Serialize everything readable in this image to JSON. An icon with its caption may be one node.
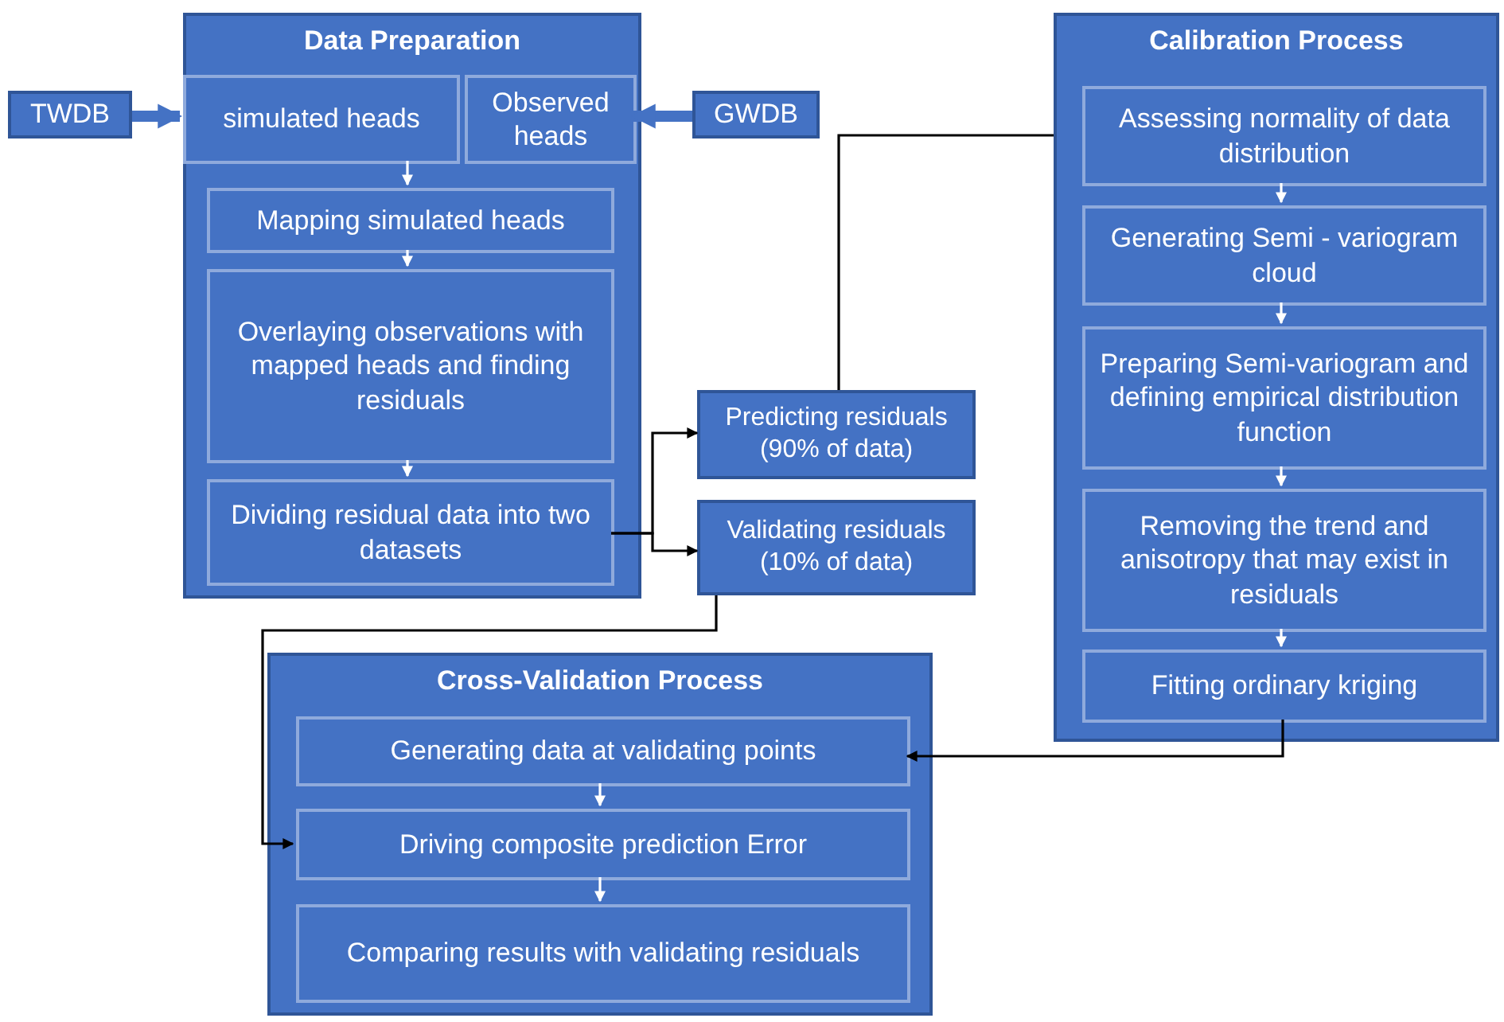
{
  "diagram": {
    "nodes": [
      {
        "text": [
          "Data Preparation"
        ]
      },
      {
        "text": [
          "simulated heads"
        ],
        "in": 0
      },
      {
        "text": [
          "Observed heads"
        ],
        "in": 0
      },
      {
        "text": [
          "Mapping simulated heads"
        ],
        "in": 0
      },
      {
        "text": [
          "Overlaying observations with mapped heads and finding residuals"
        ],
        "in": 0
      },
      {
        "text": [
          "Dividing residual data into two datasets"
        ],
        "in": 0
      },
      {
        "text": [
          "TWDB"
        ]
      },
      {
        "text": [
          "GWDB"
        ]
      },
      {
        "text": [
          "Predicting residuals (90% of data)"
        ]
      },
      {
        "text": [
          "Validating residuals (10% of data)"
        ]
      },
      {
        "text": [
          "Calibration Process"
        ]
      },
      {
        "text": [
          "Assessing normality of data distribution"
        ],
        "in": 10
      },
      {
        "text": [
          "Generating Semi - variogram cloud"
        ],
        "in": 10
      },
      {
        "text": [
          "Preparing Semi-variogram and defining empirical distribution function"
        ],
        "in": 10
      },
      {
        "text": [
          "Removing the trend and anisotropy that may exist in residuals"
        ],
        "in": 10
      },
      {
        "text": [
          "Fitting ordinary kriging"
        ],
        "in": 10
      },
      {
        "text": [
          "Cross-Validation Process"
        ]
      },
      {
        "text": [
          "Generating data at validating points"
        ],
        "in": 16
      },
      {
        "text": [
          "Driving composite prediction Error"
        ],
        "in": 16
      },
      {
        "text": [
          "Comparing results with validating residuals"
        ],
        "in": 16
      }
    ],
    "edges": [
      {
        "from": 6,
        "to": 1,
        "arrow": "to",
        "style": "thick",
        "color": "#4472c4"
      },
      {
        "from": 7,
        "to": 2,
        "arrow": "to",
        "style": "thick",
        "color": "#4472c4"
      },
      {
        "from": 1,
        "to": 3,
        "arrow": "to"
      },
      {
        "from": 3,
        "to": 4,
        "arrow": "to"
      },
      {
        "from": 4,
        "to": 5,
        "arrow": "to"
      },
      {
        "from": 5,
        "to": 8,
        "arrow": "to",
        "color": "#000000"
      },
      {
        "from": 5,
        "to": 9,
        "arrow": "to",
        "color": "#000000"
      },
      {
        "from": 8,
        "to": 10,
        "arrow": "none",
        "color": "#000000"
      },
      {
        "from": 11,
        "to": 12,
        "arrow": "to"
      },
      {
        "from": 12,
        "to": 13,
        "arrow": "to"
      },
      {
        "from": 13,
        "to": 14,
        "arrow": "to"
      },
      {
        "from": 14,
        "to": 15,
        "arrow": "to"
      },
      {
        "from": 15,
        "to": 17,
        "arrow": "to",
        "color": "#000000"
      },
      {
        "from": 9,
        "to": 18,
        "arrow": "to",
        "color": "#000000"
      },
      {
        "from": 17,
        "to": 18,
        "arrow": "to"
      },
      {
        "from": 18,
        "to": 19,
        "arrow": "to"
      }
    ]
  }
}
